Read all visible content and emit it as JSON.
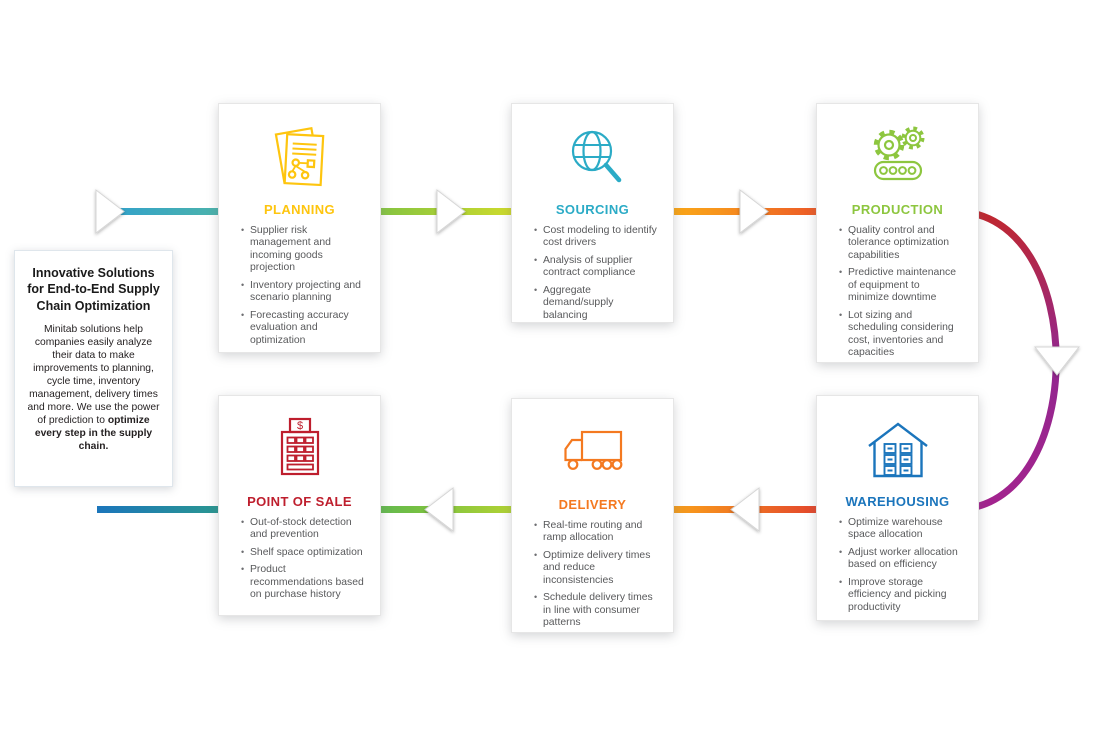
{
  "intro": {
    "title": "Innovative Solutions for End-to-End Supply Chain Optimization",
    "body": "Minitab solutions help companies easily analyze their data to make improvements to planning, cycle time, inventory management, delivery times and more. We use the power of prediction to ",
    "body_bold": "optimize every step in the supply chain."
  },
  "cards": [
    {
      "id": "planning",
      "title": "PLANNING",
      "color": "#FEC50F",
      "icon": "documents-planning-icon",
      "bullets": [
        "Supplier risk management and incoming goods projection",
        "Inventory projecting and scenario planning",
        "Forecasting accuracy evaluation and optimization"
      ]
    },
    {
      "id": "sourcing",
      "title": "SOURCING",
      "color": "#2BABC6",
      "icon": "globe-magnifier-icon",
      "bullets": [
        "Cost modeling to identify cost drivers",
        "Analysis of supplier contract compliance",
        "Aggregate demand/supply balancing"
      ]
    },
    {
      "id": "production",
      "title": "PRODUCTION",
      "color": "#8DC63F",
      "icon": "gears-icon",
      "bullets": [
        "Quality control and tolerance optimization capabilities",
        "Predictive maintenance of equipment to minimize downtime",
        "Lot sizing and scheduling considering cost, inventories and capacities"
      ]
    },
    {
      "id": "point-of-sale",
      "title": "POINT OF SALE",
      "color": "#BE1E2D",
      "icon": "cash-register-icon",
      "icon_glyph": "$",
      "bullets": [
        "Out-of-stock detection and prevention",
        "Shelf space optimization",
        "Product recommendations based on purchase history"
      ]
    },
    {
      "id": "delivery",
      "title": "DELIVERY",
      "color": "#F47920",
      "icon": "delivery-truck-icon",
      "bullets": [
        "Real-time routing and ramp allocation",
        "Optimize delivery times and reduce inconsistencies",
        "Schedule delivery times in line with consumer patterns"
      ]
    },
    {
      "id": "warehousing",
      "title": "WAREHOUSING",
      "color": "#1B75BC",
      "icon": "warehouse-icon",
      "bullets": [
        "Optimize warehouse space allocation",
        "Adjust worker allocation based on efficiency",
        "Improve storage efficiency and picking productivity"
      ]
    }
  ],
  "flow": {
    "top_row_direction": "left-to-right",
    "bottom_row_direction": "right-to-left",
    "gradient_colors": [
      "#2E9FD0",
      "#8CC63F",
      "#FFC20E",
      "#F7941D",
      "#C0272D",
      "#92278F",
      "#A3238E",
      "#1B75BC"
    ]
  }
}
